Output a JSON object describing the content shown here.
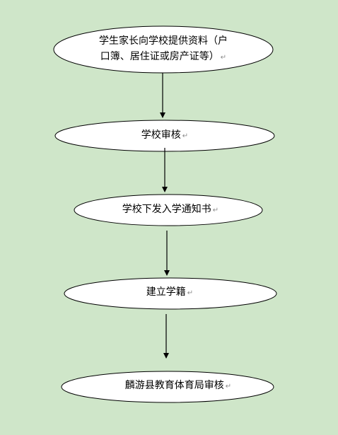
{
  "flowchart": {
    "steps": [
      {
        "lines": [
          "学生家长向学校提供资料（户",
          "口簿、居住证或房产证等）"
        ]
      },
      {
        "lines": [
          "学校审核"
        ]
      },
      {
        "lines": [
          "学校下发入学通知书"
        ]
      },
      {
        "lines": [
          "建立学籍"
        ]
      },
      {
        "lines": [
          "麟游县教育体育局审核"
        ]
      }
    ],
    "paragraph_mark": "↵"
  }
}
